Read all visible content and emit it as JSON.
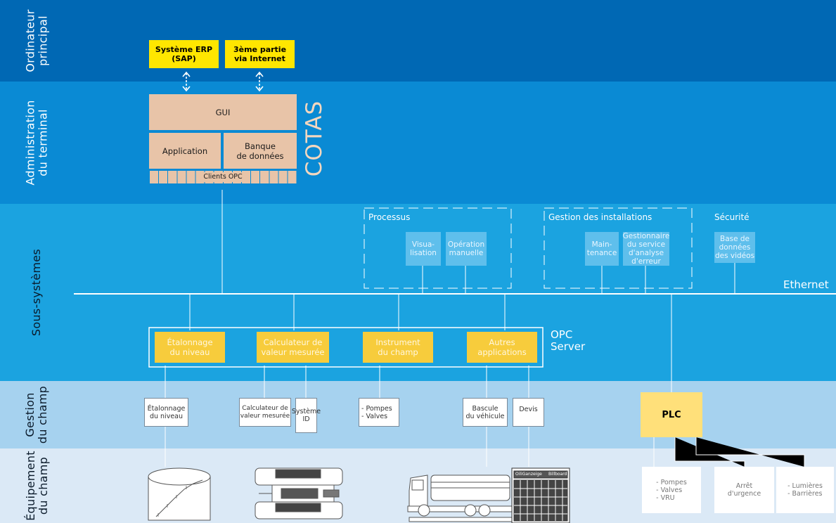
{
  "bands": {
    "principal": "Ordinateur\nprincipal",
    "admin": "Administration\ndu terminal",
    "sub": "Sous-systèmes",
    "gestion": "Gestion\ndu champ",
    "equip": "Équipement\ndu champ"
  },
  "top": {
    "erp": "Système ERP\n(SAP)",
    "third": "3ème partie\nvia Internet"
  },
  "admin": {
    "gui": "GUI",
    "application": "Application",
    "database": "Banque\nde données",
    "clients": "Clients OPC",
    "cotas": "COTAS"
  },
  "subsystems": {
    "processus_title": "Processus",
    "visualisation": "Visua-\nlisation",
    "operation": "Opération\nmanuelle",
    "installations_title": "Gestion des installations",
    "maintenance": "Main-\ntenance",
    "gestionnaire": "Gestionnaire\ndu service\nd'analyse\nd'erreur",
    "securite_title": "Sécurité",
    "videos": "Base de\ndonnées\ndes vidéos",
    "ethernet": "Ethernet",
    "opc_server": "OPC\nServer",
    "etalonnage": "Étalonnage\ndu niveau",
    "calculateur": "Calculateur de\nvaleur mesurée",
    "instrument": "Instrument\ndu champ",
    "autres": "Autres\napplications"
  },
  "field_mgmt": {
    "etalonnage": "Étalonnage\ndu niveau",
    "calculateur": "Calculateur de\nvaleur mesurée",
    "systeme_id": "Système\nID",
    "pompes": "- Pompes\n- Valves",
    "bascule": "Bascule\ndu véhicule",
    "devis": "Devis",
    "plc": "PLC"
  },
  "field_equip": {
    "pompes_vru": "- Pompes\n- Valves\n- VRU",
    "arret": "Arrêt\nd'urgence",
    "lumieres": "- Lumières\n- Barrières",
    "billboard_left": "OiliGanzeige",
    "billboard_right": "Billboard"
  },
  "colors": {
    "band1": "#0068b4",
    "band2": "#0a8ad4",
    "band3": "#1ba3e0",
    "band4": "#a6d2ef",
    "band5": "#dbe9f6",
    "yellow": "#ffe600",
    "tan": "#e8c4a8",
    "opc": "#f7cc3c",
    "plc": "#ffe07a"
  }
}
